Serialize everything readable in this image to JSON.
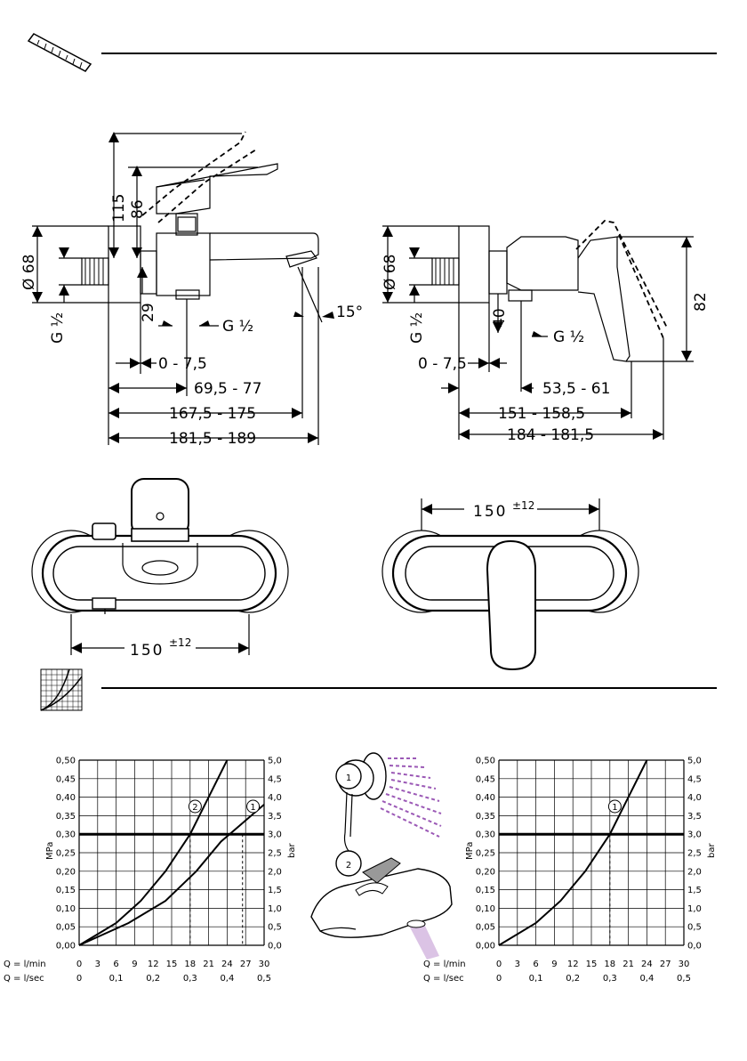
{
  "side_left": {
    "h1": "115",
    "h2": "86",
    "dia": "Ø 68",
    "g_left": "G ½",
    "d29": "29",
    "g_mid": "G ½",
    "angle": "15°",
    "d1": "0 - 7,5",
    "d2": "69,5 - 77",
    "d3": "167,5 - 175",
    "d4": "181,5 - 189"
  },
  "side_right": {
    "dia": "Ø 68",
    "g_left": "G ½",
    "d40": "40",
    "g_mid": "G ½",
    "h82": "82",
    "d1": "0 - 7,5",
    "d2": "53,5 - 61",
    "d3": "151 - 158,5",
    "d4": "184 - 181,5"
  },
  "front_left": {
    "width": "150",
    "tol": "±12"
  },
  "front_right": {
    "width": "150",
    "tol": "±12"
  },
  "chart_data": [
    {
      "type": "line",
      "ylabel_left": "MPa",
      "ylabel_right": "bar",
      "xlabel_lmin": "Q = l/min",
      "xlabel_lsec": "Q = l/sec",
      "x_ticks_lmin": [
        "0",
        "3",
        "6",
        "9",
        "12",
        "15",
        "18",
        "21",
        "24",
        "27",
        "30"
      ],
      "x_ticks_lsec": [
        "0",
        "0,1",
        "0,2",
        "0,3",
        "0,4",
        "0,5"
      ],
      "y_ticks_mpa": [
        "0,00",
        "0,05",
        "0,10",
        "0,15",
        "0,20",
        "0,25",
        "0,30",
        "0,35",
        "0,40",
        "0,45",
        "0,50"
      ],
      "y_ticks_bar": [
        "0,0",
        "0,5",
        "1,0",
        "1,5",
        "2,0",
        "2,5",
        "3,0",
        "3,5",
        "4,0",
        "4,5",
        "5,0"
      ],
      "xlim": [
        0,
        30
      ],
      "ylim": [
        0,
        0.5
      ],
      "reference_line": 0.3,
      "series": [
        {
          "name": "2",
          "x": [
            0,
            6,
            10,
            14,
            18,
            21,
            24
          ],
          "y": [
            0,
            0.06,
            0.12,
            0.2,
            0.3,
            0.4,
            0.5
          ]
        },
        {
          "name": "1",
          "x": [
            0,
            8,
            14,
            19,
            23,
            26.5,
            30
          ],
          "y": [
            0,
            0.06,
            0.12,
            0.2,
            0.28,
            0.33,
            0.38
          ]
        }
      ],
      "dashed_x": [
        18,
        26.5
      ]
    },
    {
      "type": "line",
      "ylabel_left": "MPa",
      "ylabel_right": "bar",
      "xlabel_lmin": "Q = l/min",
      "xlabel_lsec": "Q = l/sec",
      "x_ticks_lmin": [
        "0",
        "3",
        "6",
        "9",
        "12",
        "15",
        "18",
        "21",
        "24",
        "27",
        "30"
      ],
      "x_ticks_lsec": [
        "0",
        "0,1",
        "0,2",
        "0,3",
        "0,4",
        "0,5"
      ],
      "y_ticks_mpa": [
        "0,00",
        "0,05",
        "0,10",
        "0,15",
        "0,20",
        "0,25",
        "0,30",
        "0,35",
        "0,40",
        "0,45",
        "0,50"
      ],
      "y_ticks_bar": [
        "0,0",
        "0,5",
        "1,0",
        "1,5",
        "2,0",
        "2,5",
        "3,0",
        "3,5",
        "4,0",
        "4,5",
        "5,0"
      ],
      "xlim": [
        0,
        30
      ],
      "ylim": [
        0,
        0.5
      ],
      "reference_line": 0.3,
      "series": [
        {
          "name": "1",
          "x": [
            0,
            6,
            10,
            14,
            18,
            21,
            24
          ],
          "y": [
            0,
            0.06,
            0.12,
            0.2,
            0.3,
            0.4,
            0.5
          ]
        }
      ],
      "dashed_x": [
        18
      ]
    }
  ],
  "markers": {
    "shower": "1",
    "spout": "2"
  },
  "colors": {
    "spray": "#9b59b6"
  }
}
